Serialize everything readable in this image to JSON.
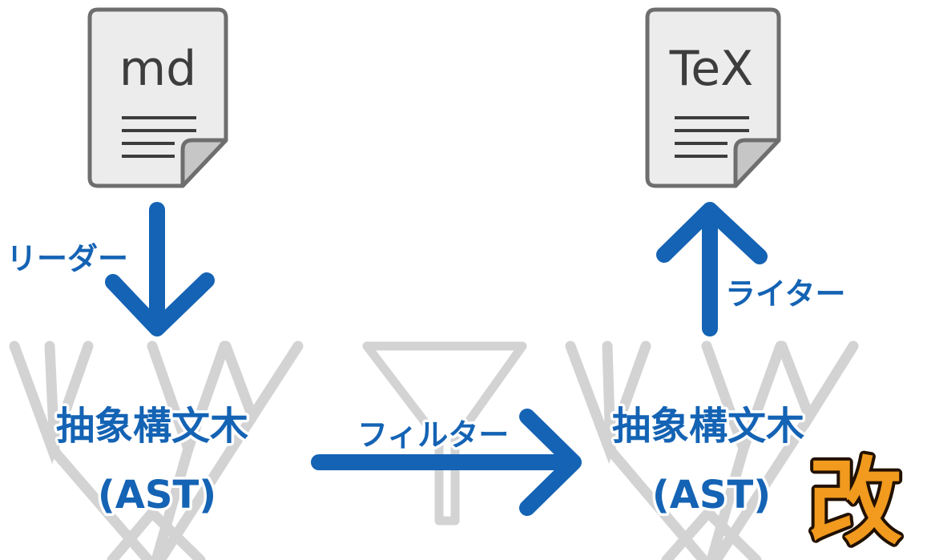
{
  "source_document": {
    "label": "md",
    "icon": "document-icon"
  },
  "target_document": {
    "label": "TeX",
    "icon": "document-icon"
  },
  "reader_label": "リーダー",
  "writer_label": "ライター",
  "filter_label": "フィルター",
  "ast_left": {
    "line1": "抽象構文木",
    "line2": "(AST)"
  },
  "ast_right": {
    "line1": "抽象構文木",
    "line2": "(AST)"
  },
  "modified_badge": "改",
  "colors": {
    "arrow": "#1463b4",
    "tree": "#d3d3d3",
    "document_fill": "#ececec",
    "document_stroke": "#6e6e6e",
    "badge_fill": "#f19a1e"
  }
}
